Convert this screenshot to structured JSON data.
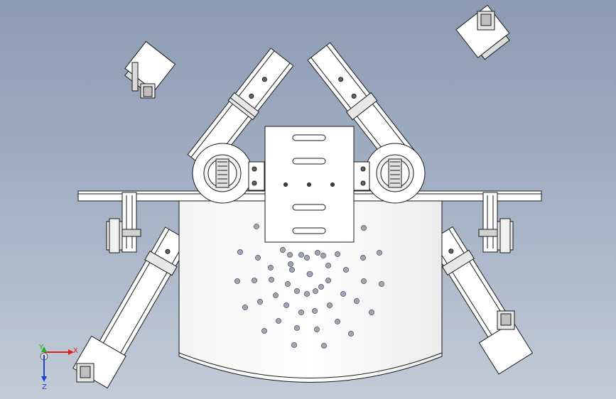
{
  "viewport": {
    "background_top": "#8d9bb2",
    "background_bottom": "#c2ccd8"
  },
  "triad": {
    "x_label": "X",
    "y_label": "Y",
    "z_label": "Z",
    "x_color": "#e02020",
    "y_color": "#20b020",
    "z_color": "#2040d0"
  },
  "model": {
    "face_color": "#ffffff",
    "edge_color": "#1a1a1a",
    "hole_color": "#9ea6b6"
  }
}
